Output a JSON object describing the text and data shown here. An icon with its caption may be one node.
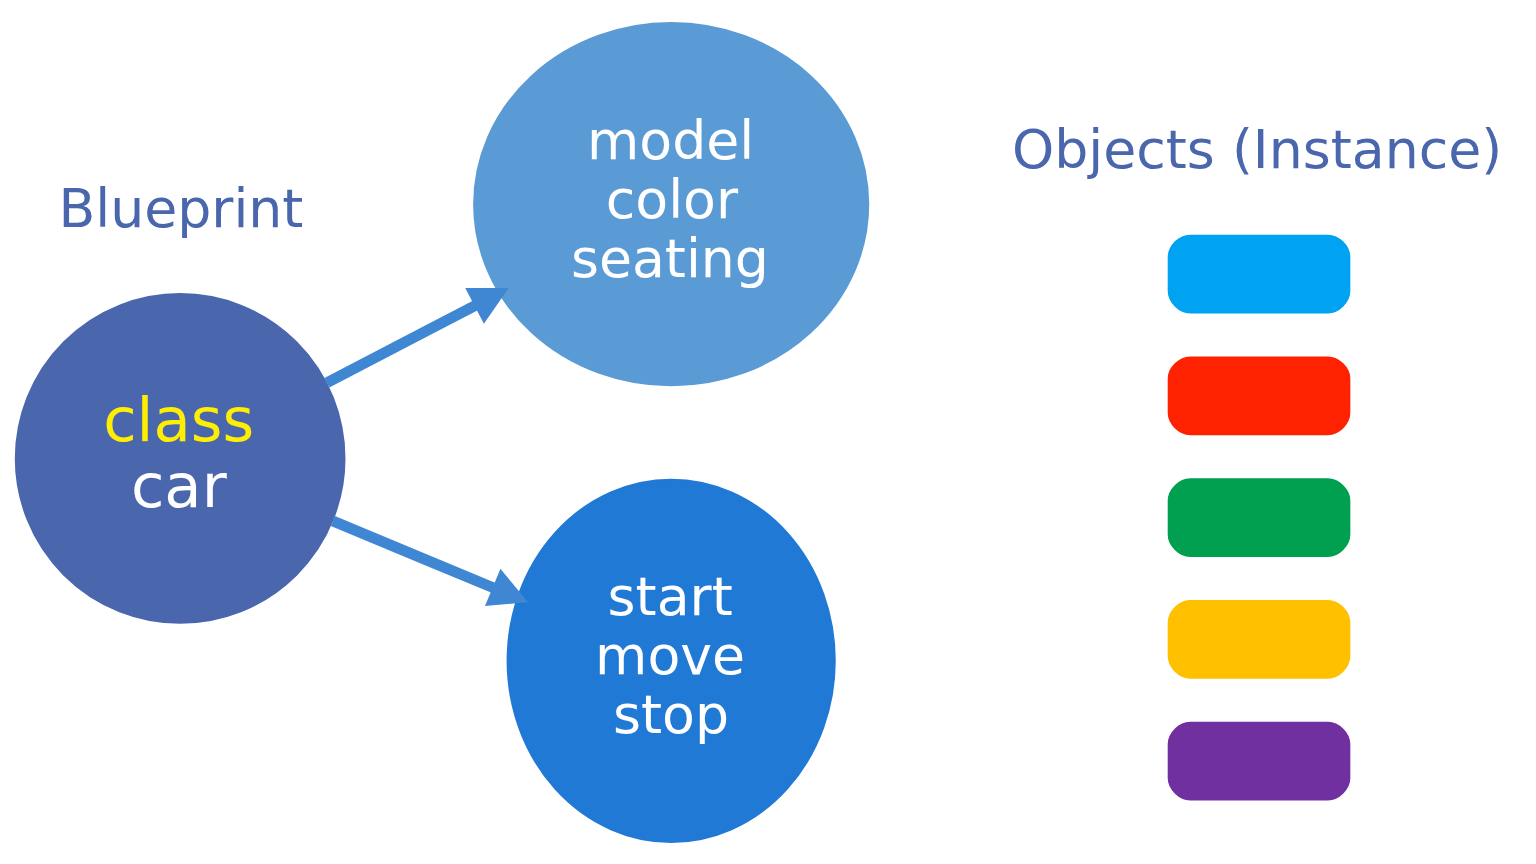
{
  "diagram": {
    "nodes": [
      {
        "text": [
          "class",
          "car"
        ]
      },
      {
        "text": [
          "model",
          "color",
          "seating"
        ]
      },
      {
        "text": [
          "start",
          "move",
          "stop"
        ]
      },
      {
        "text": [],
        "shape": "car"
      },
      {
        "text": [],
        "shape": "car"
      },
      {
        "text": [],
        "shape": "car"
      },
      {
        "text": [],
        "shape": "car"
      },
      {
        "text": [],
        "shape": "car"
      }
    ],
    "edges": [
      {
        "from": 0,
        "to": 1,
        "arrow": "to"
      },
      {
        "from": 0,
        "to": 2,
        "arrow": "to"
      }
    ],
    "labels": [
      "Blueprint",
      "Objects (Instance)"
    ]
  }
}
